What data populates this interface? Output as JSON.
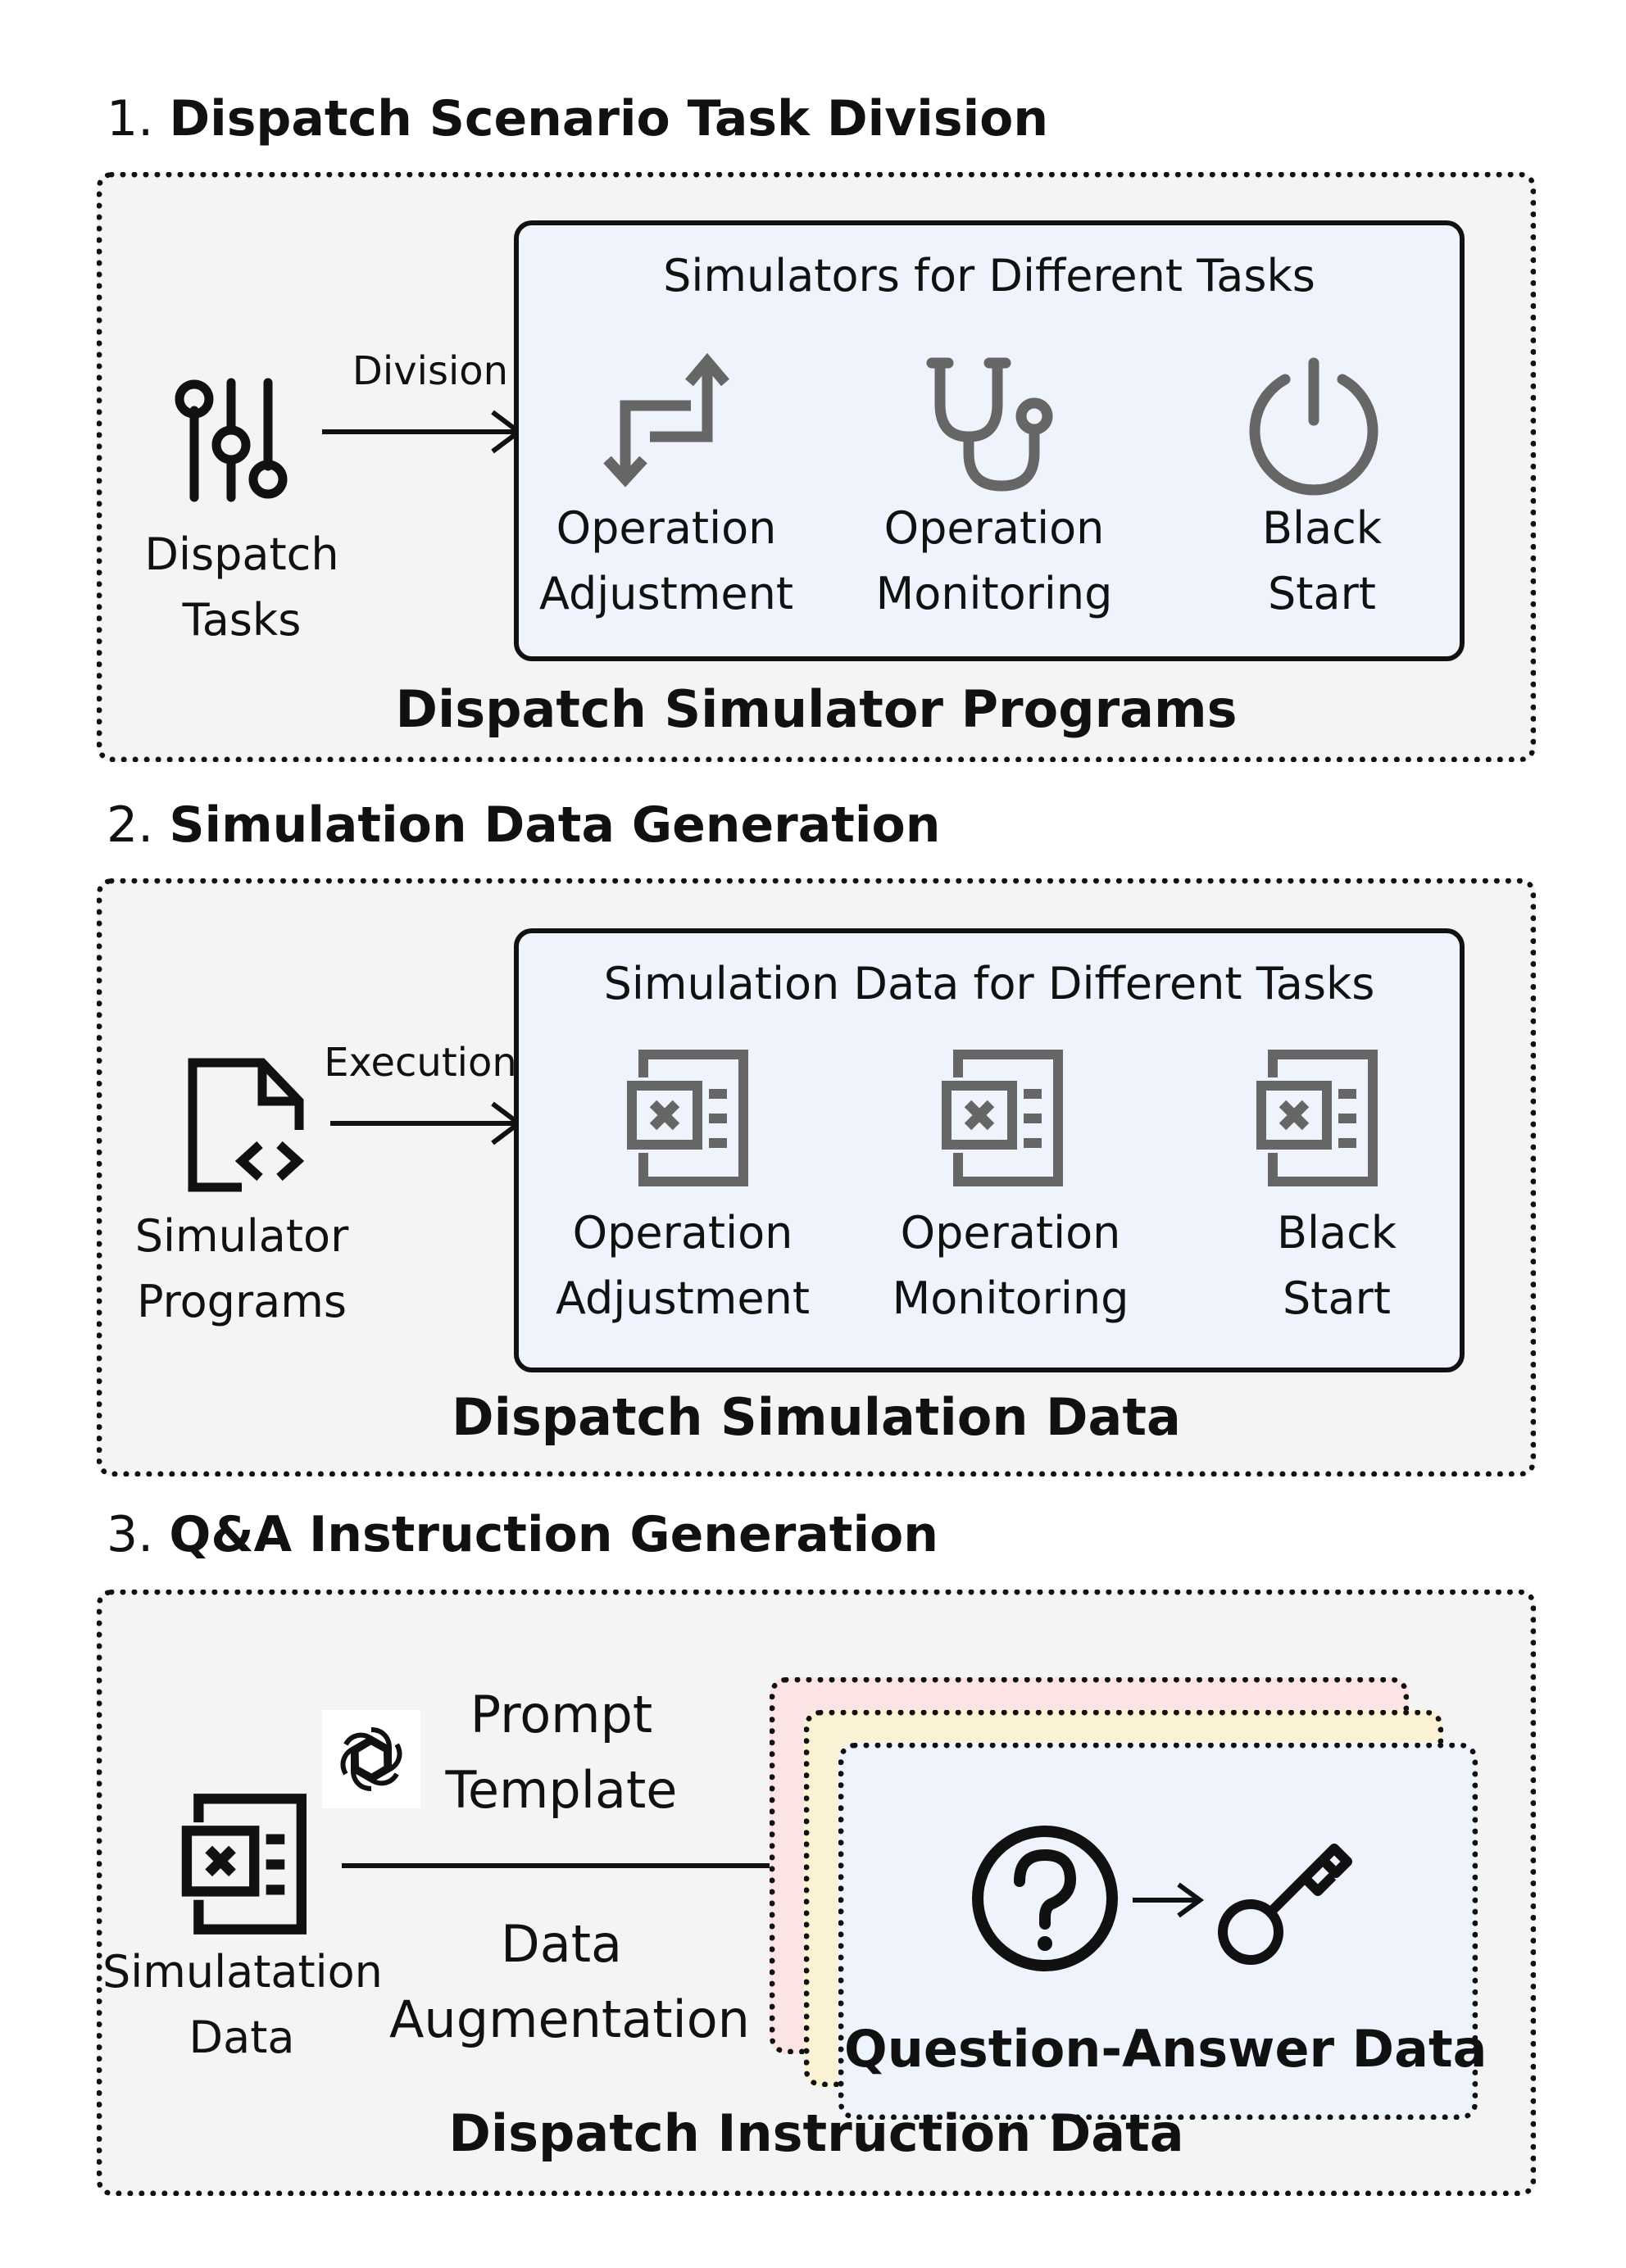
{
  "sections": [
    {
      "number": "1.",
      "title": "Dispatch Scenario Task Division",
      "source_label_line1": "Dispatch",
      "source_label_line2": "Tasks",
      "arrow_label": "Division",
      "inner_title": "Simulators for Different Tasks",
      "items": [
        {
          "line1": "Operation",
          "line2": "Adjustment"
        },
        {
          "line1": "Operation",
          "line2": "Monitoring"
        },
        {
          "line1": "Black",
          "line2": "Start"
        }
      ],
      "caption": "Dispatch Simulator Programs"
    },
    {
      "number": "2.",
      "title": "Simulation Data Generation",
      "source_label_line1": "Simulator",
      "source_label_line2": "Programs",
      "arrow_label": "Execution",
      "inner_title": "Simulation Data for Different Tasks",
      "items": [
        {
          "line1": "Operation",
          "line2": "Adjustment"
        },
        {
          "line1": "Operation",
          "line2": "Monitoring"
        },
        {
          "line1": "Black",
          "line2": "Start"
        }
      ],
      "caption": "Dispatch Simulation Data"
    },
    {
      "number": "3.",
      "title": "Q&A Instruction Generation",
      "source_label_line1": "Simulatation",
      "source_label_line2": "Data",
      "arrow_label_top_line1": "Prompt",
      "arrow_label_top_line2": "Template",
      "arrow_label_bottom_line1": "Data",
      "arrow_label_bottom_line2": "Augmentation",
      "card_title": "Question-Answer Data",
      "caption": "Dispatch Instruction Data"
    }
  ],
  "colors": {
    "panel_bg": "#f4f4f4",
    "inner_bg": "#eef3fc",
    "icon_gray": "#666666",
    "card_pink": "#fde4e4",
    "card_yellow": "#fbf1d4",
    "card_blue": "#eef3fc"
  }
}
